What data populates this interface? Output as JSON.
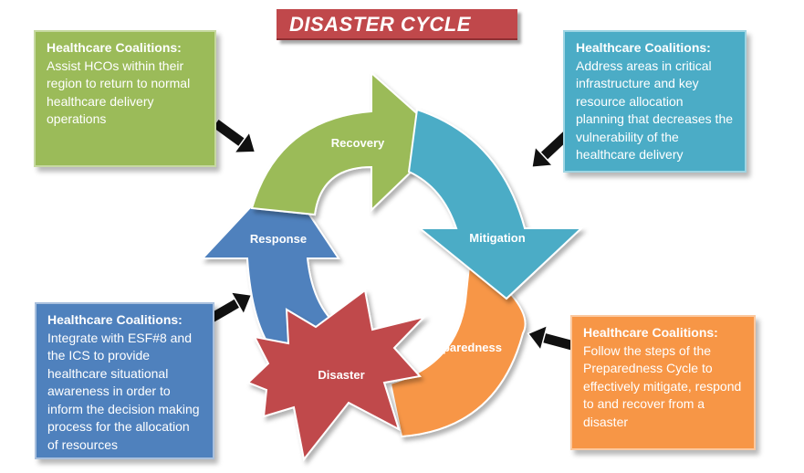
{
  "title": "DISASTER CYCLE",
  "stages": {
    "recovery": "Recovery",
    "mitigation": "Mitigation",
    "preparedness": "Preparedness",
    "response": "Response",
    "disaster": "Disaster"
  },
  "boxes": {
    "recovery": {
      "heading": "Healthcare Coalitions:",
      "text": "Assist HCOs within their region to return to normal healthcare delivery operations"
    },
    "mitigation": {
      "heading": "Healthcare Coalitions:",
      "text": "Address areas in critical infrastructure and key resource allocation planning that decreases the vulnerability of the healthcare delivery"
    },
    "response": {
      "heading": "Healthcare Coalitions:",
      "text": "Integrate with ESF#8 and the ICS to provide healthcare situational awareness in order to inform the decision making process for the allocation of resources"
    },
    "preparedness": {
      "heading": "Healthcare Coalitions:",
      "text": "Follow the steps of the Preparedness Cycle to effectively mitigate, respond to and recover from a disaster"
    }
  },
  "colors": {
    "recovery": "#9bbb59",
    "mitigation": "#4bacc6",
    "preparedness": "#f79646",
    "response": "#4f81bd",
    "disaster": "#c0484b"
  }
}
